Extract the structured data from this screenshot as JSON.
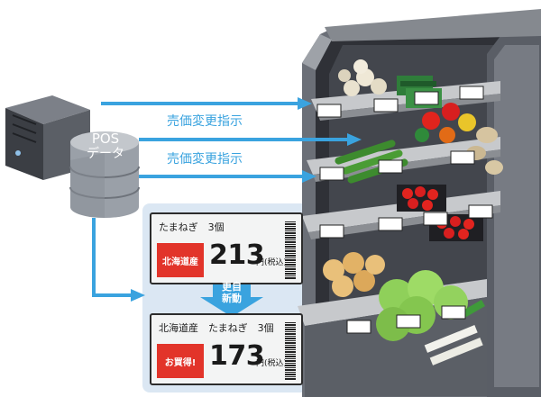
{
  "pos_label": [
    "POS",
    "データ"
  ],
  "arrow_labels": [
    "売価変更指示",
    "売価変更指示"
  ],
  "update_label": [
    "更自",
    "新動"
  ],
  "tag_before": {
    "item": "たまねぎ　3個",
    "badge": "北海道産",
    "price": "213",
    "unit": "円(税込)"
  },
  "tag_after": {
    "item": "北海道産　たまねぎ　3個",
    "badge": "お買得!",
    "price": "173",
    "unit": "円(税込)"
  },
  "colors": {
    "arrow": "#3aa3df",
    "panel": "#dbe7f3",
    "badge": "#e2342a",
    "shelf": "#5a5e66"
  }
}
